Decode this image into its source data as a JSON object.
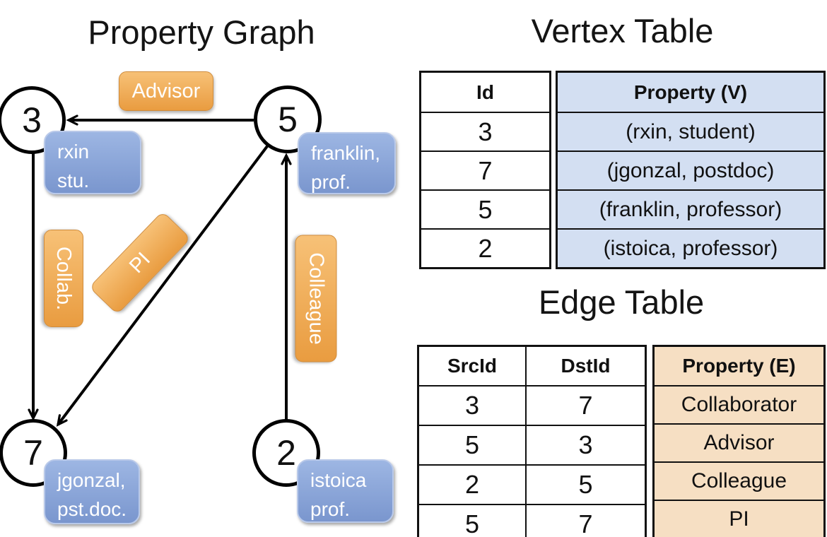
{
  "graph": {
    "title": "Property Graph",
    "nodes": [
      {
        "id": "3",
        "line1": "rxin",
        "line2": "stu."
      },
      {
        "id": "5",
        "line1": "franklin,",
        "line2": "prof."
      },
      {
        "id": "7",
        "line1": "jgonzal,",
        "line2": "pst.doc."
      },
      {
        "id": "2",
        "line1": "istoica",
        "line2": "prof."
      }
    ],
    "edge_labels": {
      "advisor": "Advisor",
      "collab": "Collab.",
      "pi": "PI",
      "colleague": "Colleague"
    }
  },
  "vertex_table": {
    "title": "Vertex Table",
    "col_id": "Id",
    "col_property": "Property (V)",
    "rows": [
      {
        "id": "3",
        "property": "(rxin, student)"
      },
      {
        "id": "7",
        "property": "(jgonzal, postdoc)"
      },
      {
        "id": "5",
        "property": "(franklin, professor)"
      },
      {
        "id": "2",
        "property": "(istoica, professor)"
      }
    ]
  },
  "edge_table": {
    "title": "Edge Table",
    "col_src": "SrcId",
    "col_dst": "DstId",
    "col_property": "Property (E)",
    "rows": [
      {
        "src": "3",
        "dst": "7",
        "property": "Collaborator"
      },
      {
        "src": "5",
        "dst": "3",
        "property": "Advisor"
      },
      {
        "src": "2",
        "dst": "5",
        "property": "Colleague"
      },
      {
        "src": "5",
        "dst": "7",
        "property": "PI"
      }
    ]
  },
  "colors": {
    "edge_label_fill_top": "#f7c177",
    "edge_label_fill_bottom": "#e99c40",
    "vertex_box_fill_top": "#9db6e3",
    "vertex_box_fill_bottom": "#7a96ce",
    "vertex_table_fill": "#d3dff2",
    "edge_table_fill": "#f6dfc3",
    "line_color": "#000000"
  }
}
